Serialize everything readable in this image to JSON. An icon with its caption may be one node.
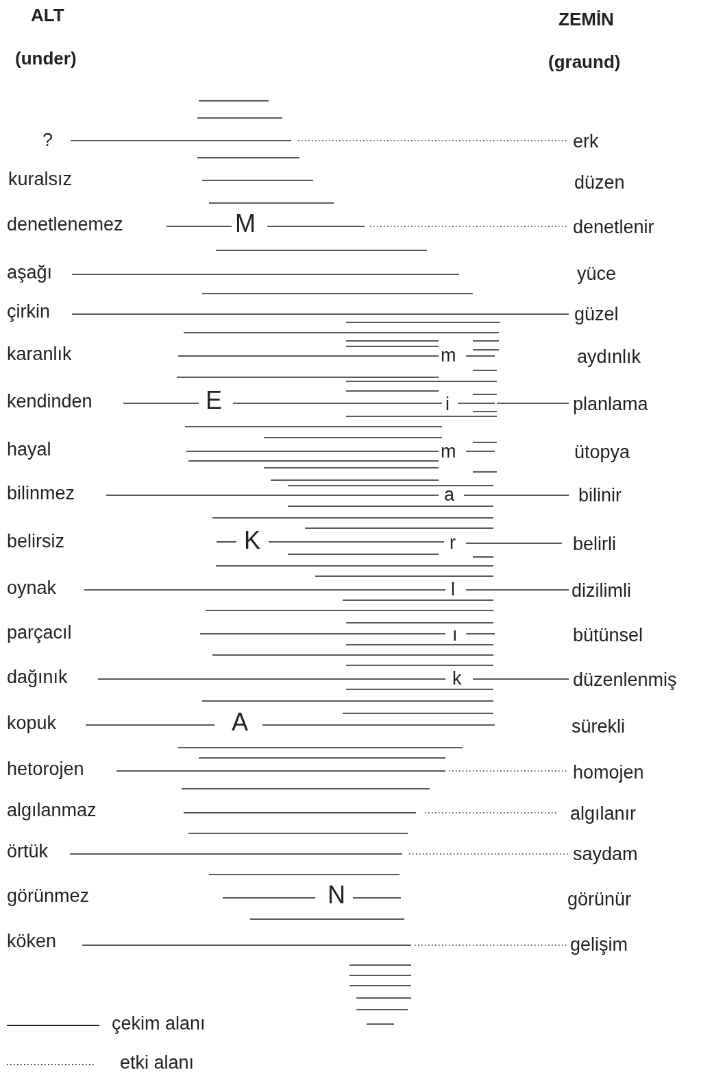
{
  "diagram": {
    "labels": [
      "ALT",
      "ZEMİN",
      "(under)",
      "(graund)",
      "?",
      "erk",
      "kuralsız",
      "düzen",
      "denetlenemez",
      "M",
      "denetlenir",
      "aşağı",
      "yüce",
      "çirkin",
      "güzel",
      "karanlık",
      "m",
      "aydınlık",
      "kendinden",
      "E",
      "i",
      "planlama",
      "hayal",
      "m",
      "ütopya",
      "bilinmez",
      "a",
      "bilinir",
      "belirsiz",
      "K",
      "r",
      "belirli",
      "oynak",
      "l",
      "dizilimli",
      "parçacıl",
      "ı",
      "bütünsel",
      "dağınık",
      "k",
      "düzenlenmiş",
      "kopuk",
      "A",
      "sürekli",
      "hetorojen",
      "homojen",
      "algılanmaz",
      "algılanır",
      "örtük",
      "saydam",
      "görünmez",
      "N",
      "görünür",
      "köken",
      "gelişim"
    ],
    "legend": [
      {
        "text": "çekim alanı"
      },
      {
        "text": "etki alanı"
      }
    ]
  }
}
